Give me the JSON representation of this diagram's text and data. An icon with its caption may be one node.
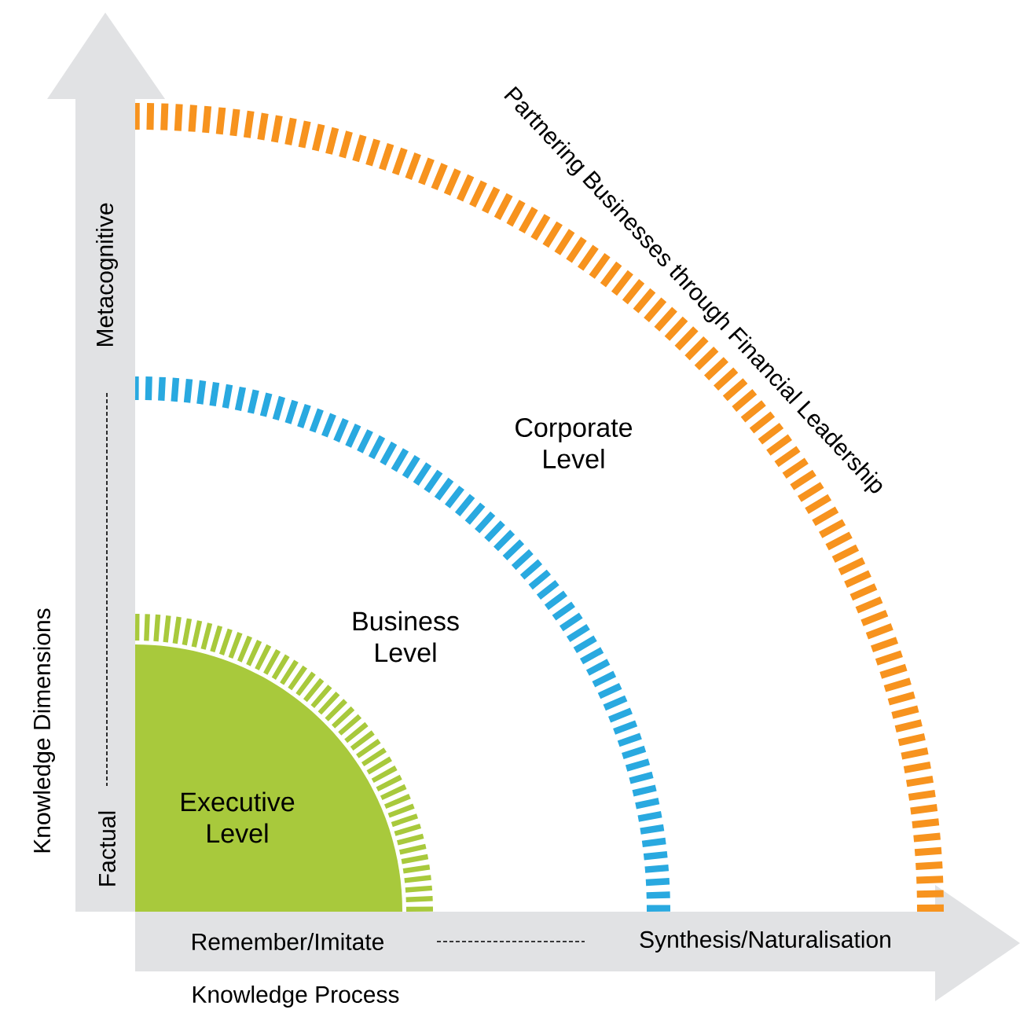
{
  "diagram": {
    "nodes": [
      {
        "text": [
          "Executive Level"
        ]
      },
      {
        "text": [
          "Business Level"
        ]
      },
      {
        "text": [
          "Corporate Level"
        ]
      },
      {
        "text": [
          "Partnering Businesses through Financial Leadership"
        ]
      }
    ],
    "labels": [
      "Metacognitive",
      "Knowledge Dimensions",
      "Factual",
      "Remember/Imitate",
      "Synthesis/Naturalisation",
      "Knowledge Process"
    ]
  }
}
